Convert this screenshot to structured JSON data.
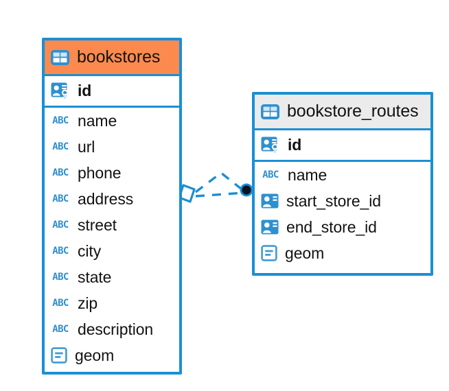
{
  "diagram": {
    "type": "entity-relationship-diagram",
    "background": "#ffffff",
    "accent_color": "#1a8fd4",
    "highlight_color": "#fc8a4e",
    "header_grey": "#ebebeb"
  },
  "entities": [
    {
      "name": "bookstores",
      "header_style": "accent-orange",
      "icon": "table-icon",
      "columns": [
        {
          "label": "id",
          "icon": "primary-key-icon",
          "type": "pk"
        },
        {
          "label": "name",
          "icon": "text-abc-icon",
          "type": "text"
        },
        {
          "label": "url",
          "icon": "text-abc-icon",
          "type": "text"
        },
        {
          "label": "phone",
          "icon": "text-abc-icon",
          "type": "text"
        },
        {
          "label": "address",
          "icon": "text-abc-icon",
          "type": "text"
        },
        {
          "label": "street",
          "icon": "text-abc-icon",
          "type": "text"
        },
        {
          "label": "city",
          "icon": "text-abc-icon",
          "type": "text"
        },
        {
          "label": "state",
          "icon": "text-abc-icon",
          "type": "text"
        },
        {
          "label": "zip",
          "icon": "text-abc-icon",
          "type": "text"
        },
        {
          "label": "description",
          "icon": "text-abc-icon",
          "type": "text"
        },
        {
          "label": "geom",
          "icon": "geometry-icon",
          "type": "geometry"
        }
      ]
    },
    {
      "name": "bookstore_routes",
      "header_style": "accent-grey",
      "icon": "table-icon",
      "columns": [
        {
          "label": "id",
          "icon": "primary-key-icon",
          "type": "pk"
        },
        {
          "label": "name",
          "icon": "text-abc-icon",
          "type": "text"
        },
        {
          "label": "start_store_id",
          "icon": "foreign-key-icon",
          "type": "fk"
        },
        {
          "label": "end_store_id",
          "icon": "foreign-key-icon",
          "type": "fk"
        },
        {
          "label": "geom",
          "icon": "geometry-icon",
          "type": "geometry"
        }
      ]
    }
  ],
  "relationships": [
    {
      "name": "bookstores-to-bookstore-routes",
      "from": "bookstores",
      "to": "bookstore_routes",
      "line_style": "dashed",
      "color": "#1a8fd4",
      "source_marker": "open-diamond",
      "target_marker": "filled-circle",
      "branches": 2
    }
  ],
  "abc_glyph": "ABC"
}
